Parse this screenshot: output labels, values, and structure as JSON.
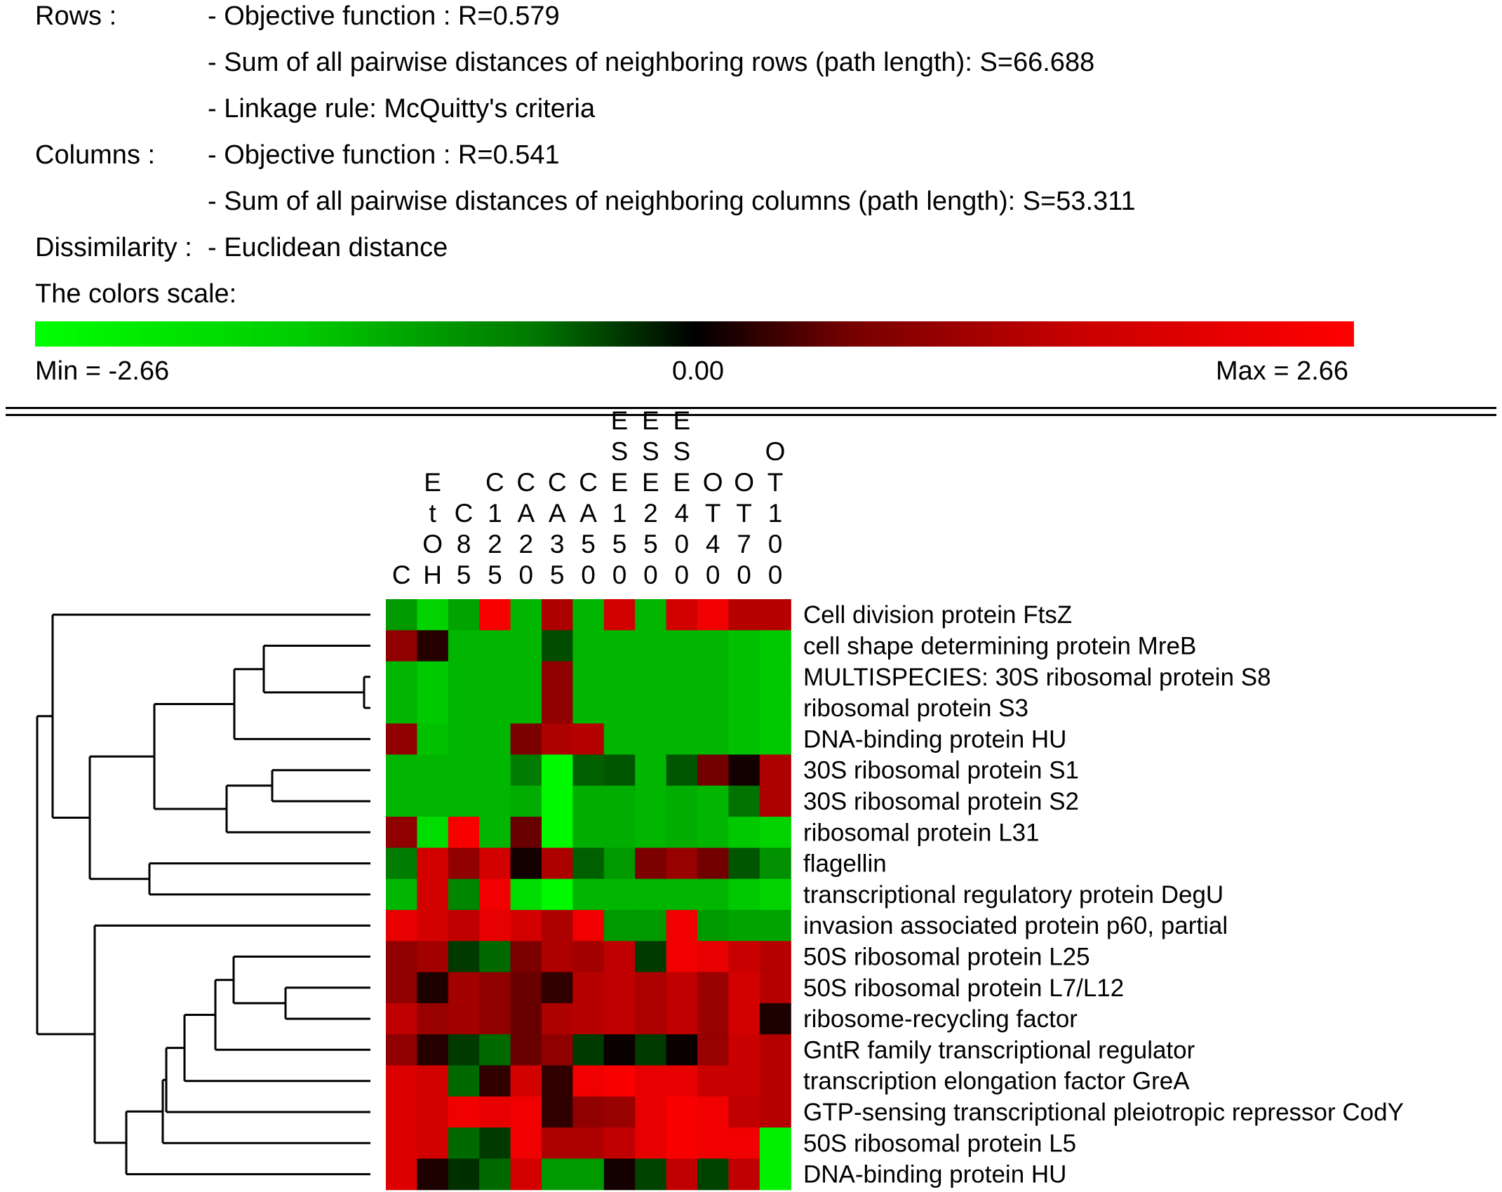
{
  "info": {
    "rows_label": "Rows :",
    "rows_objective": "- Objective function : R=0.579",
    "rows_path": "- Sum of all pairwise distances of neighboring rows (path length): S=66.688",
    "rows_linkage": "- Linkage rule:  McQuitty's criteria",
    "columns_label": "Columns :",
    "columns_objective": "- Objective function : R=0.541",
    "columns_path": "- Sum of all pairwise distances of neighboring columns (path length): S=53.311",
    "dissimilarity_label": "Dissimilarity :",
    "dissimilarity_value": "- Euclidean distance",
    "scale_title": "The colors scale:",
    "scale_min": "Min = -2.66",
    "scale_mid": "0.00",
    "scale_max": "Max = 2.66"
  },
  "colors": {
    "min": "#00ff00",
    "zero": "#000000",
    "max": "#ff0000"
  },
  "chart_data": {
    "type": "heatmap",
    "value_range": [
      -2.66,
      2.66
    ],
    "column_labels": [
      "C",
      "EtOH",
      "C85",
      "C125",
      "CA20",
      "CA35",
      "CA50",
      "ESE150",
      "ESE250",
      "ESE400",
      "OT40",
      "OT70",
      "OT100"
    ],
    "row_labels": [
      "Cell division protein FtsZ",
      "cell shape determining protein MreB",
      "MULTISPECIES: 30S ribosomal protein S8",
      "ribosomal protein S3",
      "DNA-binding protein HU",
      "30S ribosomal protein S1",
      "30S ribosomal protein S2",
      "ribosomal protein L31",
      "flagellin",
      "transcriptional regulatory protein DegU",
      "invasion associated protein p60, partial",
      "50S ribosomal protein L25",
      "50S ribosomal protein L7/L12",
      "ribosome-recycling factor",
      "GntR family transcriptional regulator",
      "transcription elongation factor GreA",
      "GTP-sensing transcriptional pleiotropic repressor CodY",
      "50S ribosomal protein L5",
      "DNA-binding protein HU"
    ],
    "values": [
      [
        -1.6,
        -2.2,
        -1.7,
        2.6,
        -1.9,
        1.8,
        -1.9,
        2.2,
        -1.9,
        2.2,
        2.5,
        1.9,
        1.9
      ],
      [
        1.5,
        0.4,
        -1.9,
        -1.9,
        -1.9,
        -0.8,
        -1.9,
        -1.9,
        -1.9,
        -1.9,
        -1.9,
        -2.0,
        -2.1
      ],
      [
        -1.9,
        -2.1,
        -1.9,
        -1.9,
        -1.9,
        1.5,
        -1.9,
        -1.9,
        -1.9,
        -1.9,
        -1.9,
        -2.0,
        -2.1
      ],
      [
        -1.9,
        -2.1,
        -1.9,
        -1.9,
        -1.9,
        1.5,
        -1.9,
        -1.9,
        -1.9,
        -1.9,
        -1.9,
        -2.0,
        -2.1
      ],
      [
        1.5,
        -2.0,
        -1.9,
        -1.9,
        1.3,
        1.8,
        1.9,
        -1.9,
        -1.9,
        -1.9,
        -1.9,
        -2.0,
        -2.1
      ],
      [
        -1.9,
        -1.9,
        -1.9,
        -1.9,
        -1.3,
        -2.6,
        -1.0,
        -0.9,
        -1.9,
        -0.9,
        1.2,
        0.2,
        1.8
      ],
      [
        -1.9,
        -1.9,
        -1.9,
        -1.9,
        -1.8,
        -2.6,
        -1.8,
        -1.8,
        -1.9,
        -1.8,
        -1.9,
        -1.2,
        1.8
      ],
      [
        1.5,
        -2.3,
        2.6,
        -1.9,
        1.1,
        -2.6,
        -1.8,
        -1.8,
        -1.9,
        -1.8,
        -1.9,
        -2.1,
        -2.2
      ],
      [
        -1.3,
        2.2,
        1.5,
        2.2,
        0.2,
        1.8,
        -1.0,
        -1.6,
        1.3,
        1.6,
        1.2,
        -0.9,
        -1.5
      ],
      [
        -1.9,
        2.2,
        -1.4,
        2.5,
        -2.3,
        -2.6,
        -1.9,
        -1.9,
        -1.9,
        -1.9,
        -1.9,
        -2.1,
        -2.2
      ],
      [
        2.4,
        2.2,
        2.0,
        2.4,
        2.2,
        1.8,
        2.5,
        -1.6,
        -1.6,
        2.5,
        -1.6,
        -1.7,
        -1.7
      ],
      [
        1.5,
        1.7,
        -0.6,
        -1.1,
        1.3,
        1.8,
        1.7,
        2.0,
        -0.6,
        2.5,
        2.4,
        2.1,
        1.9
      ],
      [
        1.5,
        0.3,
        1.7,
        1.5,
        1.1,
        0.5,
        1.9,
        2.0,
        1.8,
        2.0,
        1.6,
        2.2,
        1.9
      ],
      [
        2.0,
        1.6,
        1.7,
        1.5,
        1.1,
        1.8,
        1.9,
        2.0,
        1.8,
        2.0,
        1.6,
        2.2,
        0.3
      ],
      [
        1.5,
        0.4,
        -0.6,
        -1.1,
        1.1,
        1.5,
        -0.6,
        0.1,
        -0.6,
        0.1,
        1.6,
        2.1,
        1.9
      ],
      [
        2.3,
        2.2,
        -1.1,
        0.5,
        2.2,
        0.5,
        2.5,
        2.6,
        2.4,
        2.4,
        2.1,
        2.1,
        1.9
      ],
      [
        2.3,
        2.2,
        2.5,
        2.4,
        2.5,
        0.5,
        1.5,
        1.6,
        2.4,
        2.6,
        2.5,
        2.0,
        1.9
      ],
      [
        2.3,
        2.2,
        -1.1,
        -0.6,
        2.5,
        1.8,
        1.8,
        2.0,
        2.4,
        2.6,
        2.5,
        2.5,
        -2.5
      ],
      [
        2.3,
        0.3,
        -0.5,
        -1.1,
        2.2,
        -1.6,
        -1.6,
        0.2,
        -0.7,
        2.0,
        -0.7,
        2.0,
        -2.5
      ]
    ]
  }
}
